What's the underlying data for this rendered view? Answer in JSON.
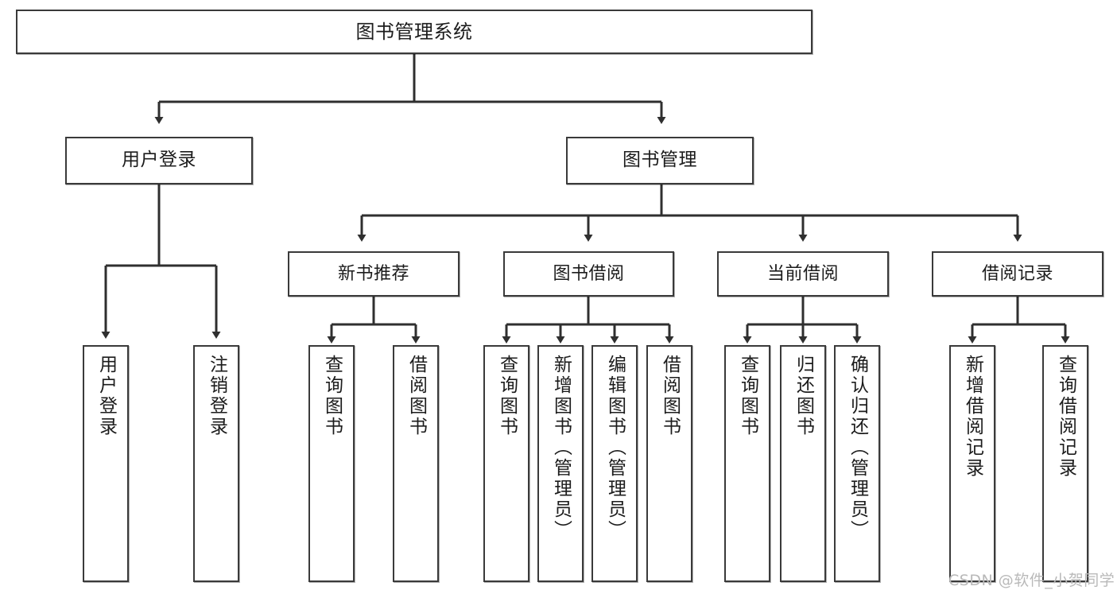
{
  "diagram": {
    "title": "图书管理系统",
    "watermark": "CSDN @软件_小贺同学",
    "colors": {
      "stroke": "#3a3a3a",
      "fill": "#ffffff",
      "text": "#1c1c1c",
      "watermark": "#b9b9b9"
    },
    "root": {
      "label": "图书管理系统"
    },
    "level2": [
      {
        "label": "用户登录"
      },
      {
        "label": "图书管理"
      }
    ],
    "level3": [
      {
        "label": "新书推荐"
      },
      {
        "label": "图书借阅"
      },
      {
        "label": "当前借阅"
      },
      {
        "label": "借阅记录"
      }
    ],
    "leaves": [
      {
        "label": "用户登录",
        "parent": "用户登录"
      },
      {
        "label": "注销登录",
        "parent": "用户登录"
      },
      {
        "label": "查询图书",
        "parent": "新书推荐"
      },
      {
        "label": "借阅图书",
        "parent": "新书推荐"
      },
      {
        "label": "查询图书",
        "parent": "图书借阅"
      },
      {
        "label": "新增图书（管理员）",
        "parent": "图书借阅"
      },
      {
        "label": "编辑图书（管理员）",
        "parent": "图书借阅"
      },
      {
        "label": "借阅图书",
        "parent": "图书借阅"
      },
      {
        "label": "查询图书",
        "parent": "当前借阅"
      },
      {
        "label": "归还图书",
        "parent": "当前借阅"
      },
      {
        "label": "确认归还（管理员）",
        "parent": "当前借阅"
      },
      {
        "label": "新增借阅记录",
        "parent": "借阅记录"
      },
      {
        "label": "查询借阅记录",
        "parent": "借阅记录"
      }
    ]
  }
}
